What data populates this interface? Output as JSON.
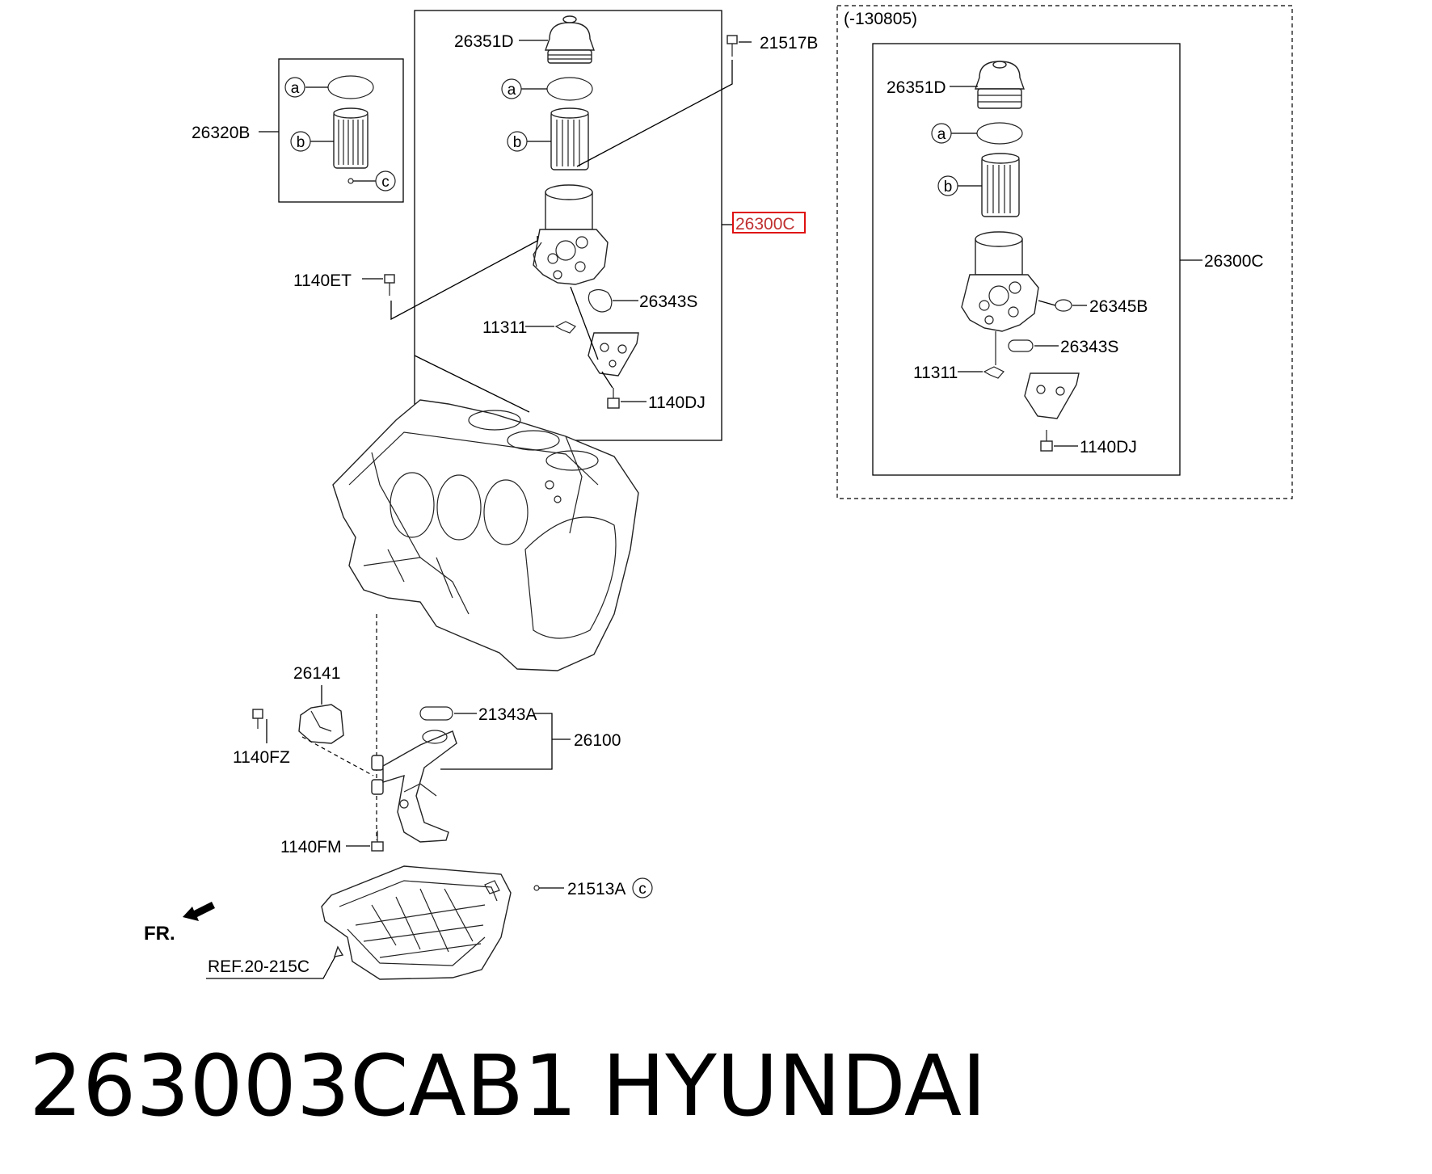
{
  "variant_note": "(-130805)",
  "labels": {
    "p26351D_main": "26351D",
    "p21517B": "21517B",
    "p26320B": "26320B",
    "p26300C_main": "26300C",
    "p1140ET": "1140ET",
    "p26343S_main": "26343S",
    "p11311_main": "11311",
    "p1140DJ_main": "1140DJ",
    "p26351D_alt": "26351D",
    "p26300C_alt": "26300C",
    "p26345B": "26345B",
    "p26343S_alt": "26343S",
    "p11311_alt": "11311",
    "p1140DJ_alt": "1140DJ",
    "p26141": "26141",
    "p21343A": "21343A",
    "p26100": "26100",
    "p1140FZ": "1140FZ",
    "p1140FM": "1140FM",
    "p21513A": "21513A",
    "ref": "REF.20-215C",
    "front": "FR."
  },
  "callouts": {
    "a": "a",
    "b": "b",
    "c": "c"
  },
  "part_number": "263003CAB1",
  "brand": "HYUNDAI",
  "highlight_color": "#e01010"
}
